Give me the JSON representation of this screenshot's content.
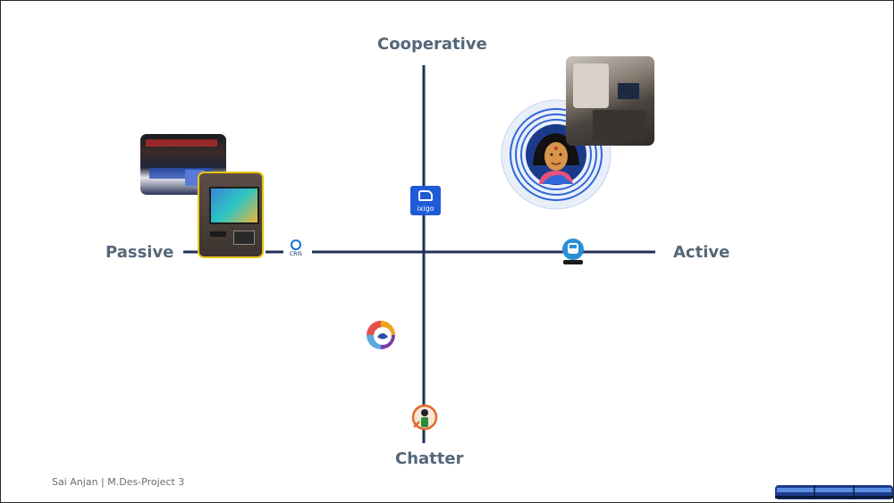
{
  "axes": {
    "top": "Cooperative",
    "bottom": "Chatter",
    "left": "Passive",
    "right": "Active"
  },
  "icons": {
    "ixigo_label": "ixigo",
    "cris_label": "CRIS"
  },
  "footer": {
    "credit": "Sai Anjan | M.Des-Project 3"
  },
  "colors": {
    "axis_line": "#1f2f55",
    "axis_label": "#54677a",
    "accent_blue": "#1f5bd6",
    "kiosk_border": "#e8c514"
  }
}
